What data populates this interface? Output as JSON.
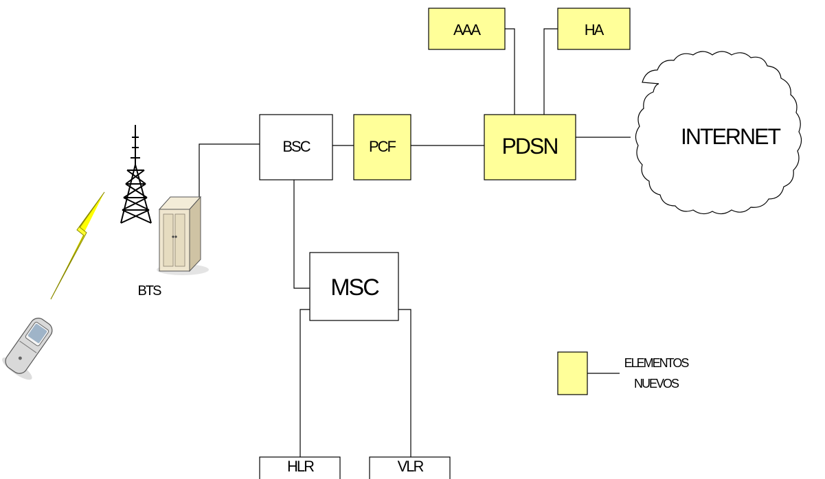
{
  "nodes": {
    "bts": "BTS",
    "bsc": "BSC",
    "pcf": "PCF",
    "pdsn": "PDSN",
    "aaa": "AAA",
    "ha": "HA",
    "msc": "MSC",
    "hlr": "HLR",
    "vlr": "VLR",
    "internet": "INTERNET"
  },
  "legend": {
    "line1": "ELEMENTOS",
    "line2": "NUEVOS"
  },
  "colors": {
    "new_element_fill": "#ffff99",
    "existing_element_fill": "#ffffff",
    "stroke": "#000000",
    "lightning": "#ffff00"
  }
}
